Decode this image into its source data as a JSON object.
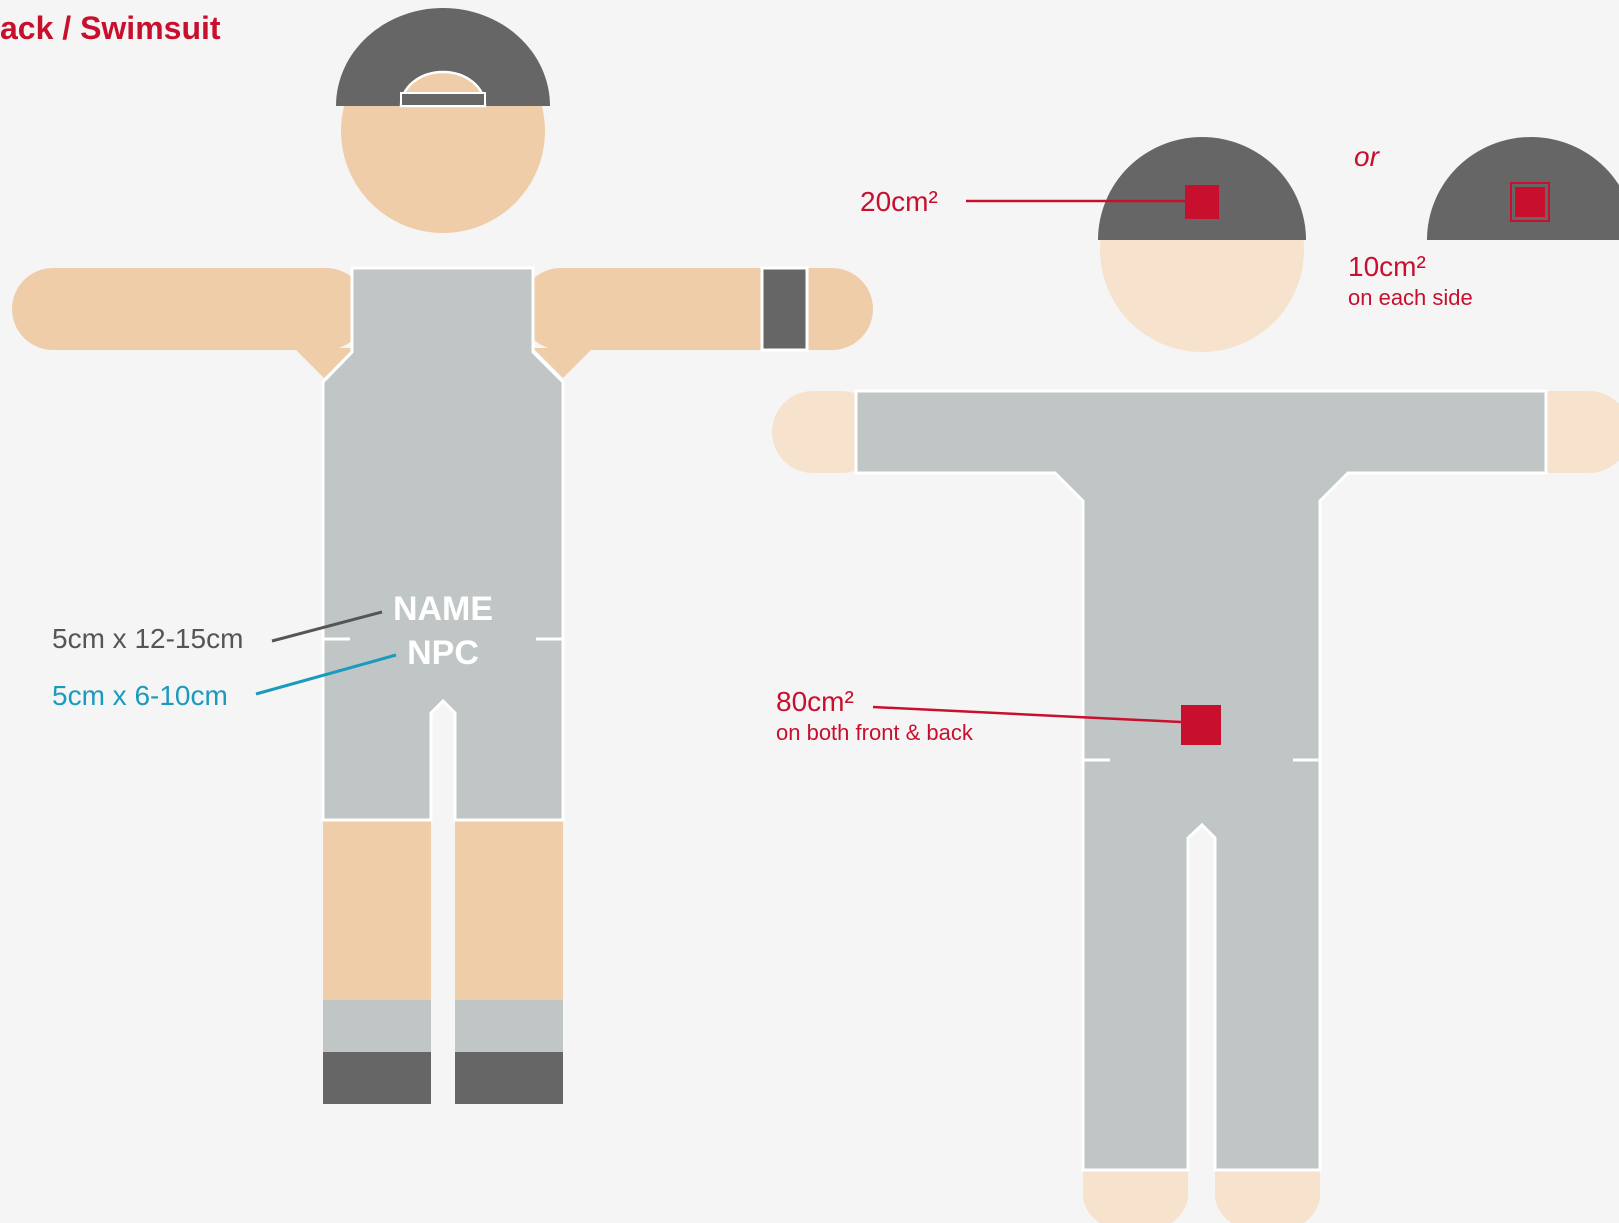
{
  "title": "ack / Swimsuit",
  "left_figure": {
    "name_label": "NAME",
    "npc_label": "NPC",
    "name_dimension": "5cm x 12-15cm",
    "npc_dimension": "5cm x 6-10cm"
  },
  "right_figure": {
    "cap_logo_label": "20cm²",
    "or_label": "or",
    "side_logo_label": "10cm²",
    "side_logo_note": "on each side",
    "body_logo_label": "80cm²",
    "body_logo_note": "on both front & back"
  },
  "colors": {
    "background": "#f5f5f5",
    "accent_red": "#c8102e",
    "npc_blue": "#1a9bbd",
    "name_gray": "#555555",
    "skin": "#efcda9",
    "skin_light": "#f6e2cd",
    "suit": "#c0c6c6",
    "cap": "#666666"
  }
}
